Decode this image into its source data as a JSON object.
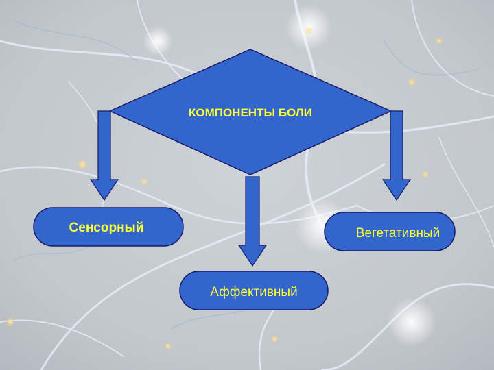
{
  "diagram": {
    "title": "КОМПОНЕНТЫ БОЛИ",
    "nodes": [
      {
        "id": "sensory",
        "label": "Сенсорный"
      },
      {
        "id": "affective",
        "label": "Аффективный"
      },
      {
        "id": "vegetative",
        "label": "Вегетативный"
      }
    ]
  },
  "colors": {
    "shape_fill": "#3366cc",
    "shape_stroke": "#1a1a66",
    "label_text": "#ffff33",
    "background": "#c9cdd2"
  }
}
